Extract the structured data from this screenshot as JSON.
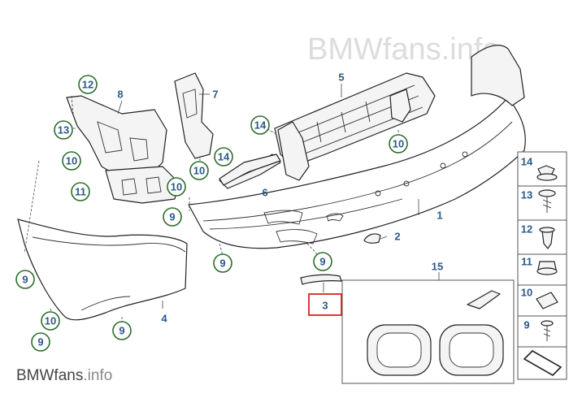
{
  "watermark_top": "BMWfans.info",
  "watermark_bottom": {
    "brand": "BMWfans",
    "suffix": ".info"
  },
  "callouts": [
    "12",
    "13",
    "10",
    "11",
    "10",
    "9",
    "9",
    "9",
    "10",
    "9",
    "9",
    "10",
    "14",
    "14",
    "10",
    "9"
  ],
  "labels": [
    "8",
    "7",
    "5",
    "6",
    "1",
    "2",
    "3",
    "4",
    "15"
  ],
  "highlighted_part": "3",
  "highlight_color": "#e02020",
  "side_panel": [
    "14",
    "13",
    "12",
    "11",
    "10",
    "9"
  ]
}
